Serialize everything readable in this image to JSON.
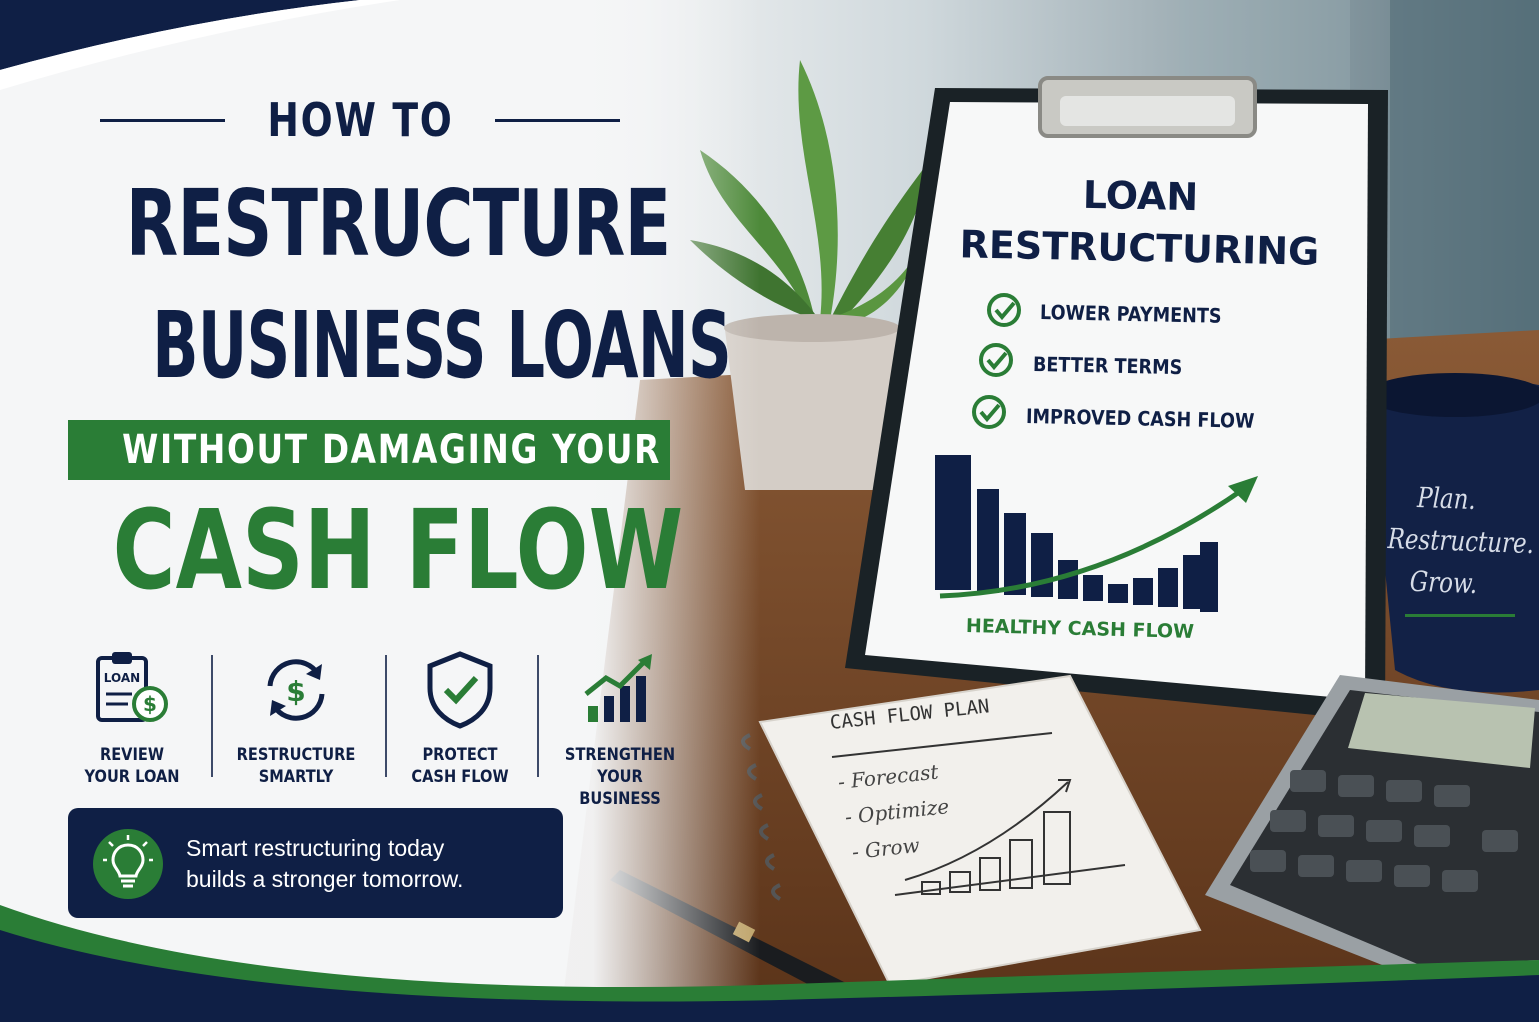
{
  "headline": {
    "kicker": "HOW TO",
    "line1": "RESTRUCTURE",
    "line2": "BUSINESS LOANS",
    "band": "WITHOUT DAMAGING YOUR",
    "line3": "CASH FLOW"
  },
  "features": [
    {
      "icon": "loan-document-icon",
      "icon_text": "LOAN",
      "label": "REVIEW\nYOUR LOAN"
    },
    {
      "icon": "dollar-cycle-icon",
      "label": "RESTRUCTURE\nSMARTLY"
    },
    {
      "icon": "shield-check-icon",
      "label": "PROTECT\nCASH FLOW"
    },
    {
      "icon": "growth-chart-icon",
      "label": "STRENGTHEN\nYOUR BUSINESS"
    }
  ],
  "tip": {
    "icon": "lightbulb-icon",
    "text": "Smart restructuring today\nbuilds a stronger tomorrow."
  },
  "clipboard": {
    "title": "LOAN\nRESTRUCTURING",
    "checklist": [
      "LOWER PAYMENTS",
      "BETTER TERMS",
      "IMPROVED CASH FLOW"
    ],
    "chart_caption": "HEALTHY CASH FLOW"
  },
  "mug": {
    "text": "Plan.\nRestructure.\nGrow."
  },
  "notebook": {
    "title": "CASH FLOW PLAN",
    "items": [
      "- Forecast",
      "- Optimize",
      "- Grow"
    ]
  },
  "colors": {
    "navy": "#0f1f45",
    "green": "#2a7d36",
    "white": "#ffffff"
  }
}
